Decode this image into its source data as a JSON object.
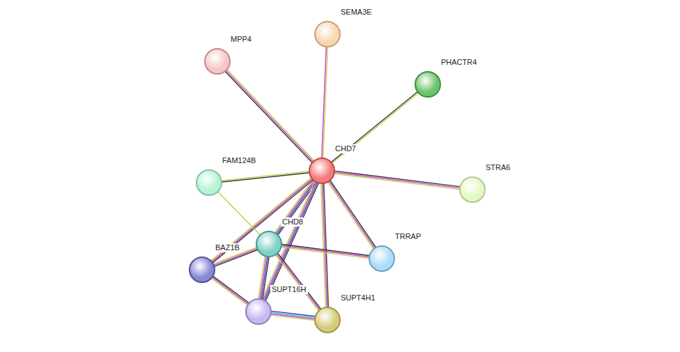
{
  "diagram": {
    "nodes": [
      {
        "text": [
          "SEMA3E"
        ]
      },
      {
        "text": [
          "MPP4"
        ]
      },
      {
        "text": [
          "PHACTR4"
        ]
      },
      {
        "text": [
          "CHD7"
        ]
      },
      {
        "text": [
          "FAM124B"
        ]
      },
      {
        "text": [
          "STRA6"
        ]
      },
      {
        "text": [
          "CHD8"
        ]
      },
      {
        "text": [
          "TRRAP"
        ]
      },
      {
        "text": [
          "BAZ1B"
        ]
      },
      {
        "text": [
          "SUPT16H"
        ]
      },
      {
        "text": [
          "SUPT4H1"
        ]
      }
    ],
    "edges": [
      {
        "from": 3,
        "to": 0,
        "arrow": "none"
      },
      {
        "from": 3,
        "to": 1,
        "arrow": "none"
      },
      {
        "from": 3,
        "to": 2,
        "arrow": "none"
      },
      {
        "from": 3,
        "to": 4,
        "arrow": "none"
      },
      {
        "from": 3,
        "to": 5,
        "arrow": "none"
      },
      {
        "from": 3,
        "to": 6,
        "arrow": "none"
      },
      {
        "from": 3,
        "to": 7,
        "arrow": "none"
      },
      {
        "from": 3,
        "to": 8,
        "arrow": "none"
      },
      {
        "from": 3,
        "to": 9,
        "arrow": "none"
      },
      {
        "from": 3,
        "to": 10,
        "arrow": "none"
      },
      {
        "from": 4,
        "to": 6,
        "arrow": "none"
      },
      {
        "from": 6,
        "to": 7,
        "arrow": "none"
      },
      {
        "from": 6,
        "to": 8,
        "arrow": "none"
      },
      {
        "from": 6,
        "to": 9,
        "arrow": "none"
      },
      {
        "from": 6,
        "to": 10,
        "arrow": "none"
      },
      {
        "from": 8,
        "to": 9,
        "arrow": "none"
      },
      {
        "from": 9,
        "to": 10,
        "arrow": "none"
      }
    ]
  }
}
